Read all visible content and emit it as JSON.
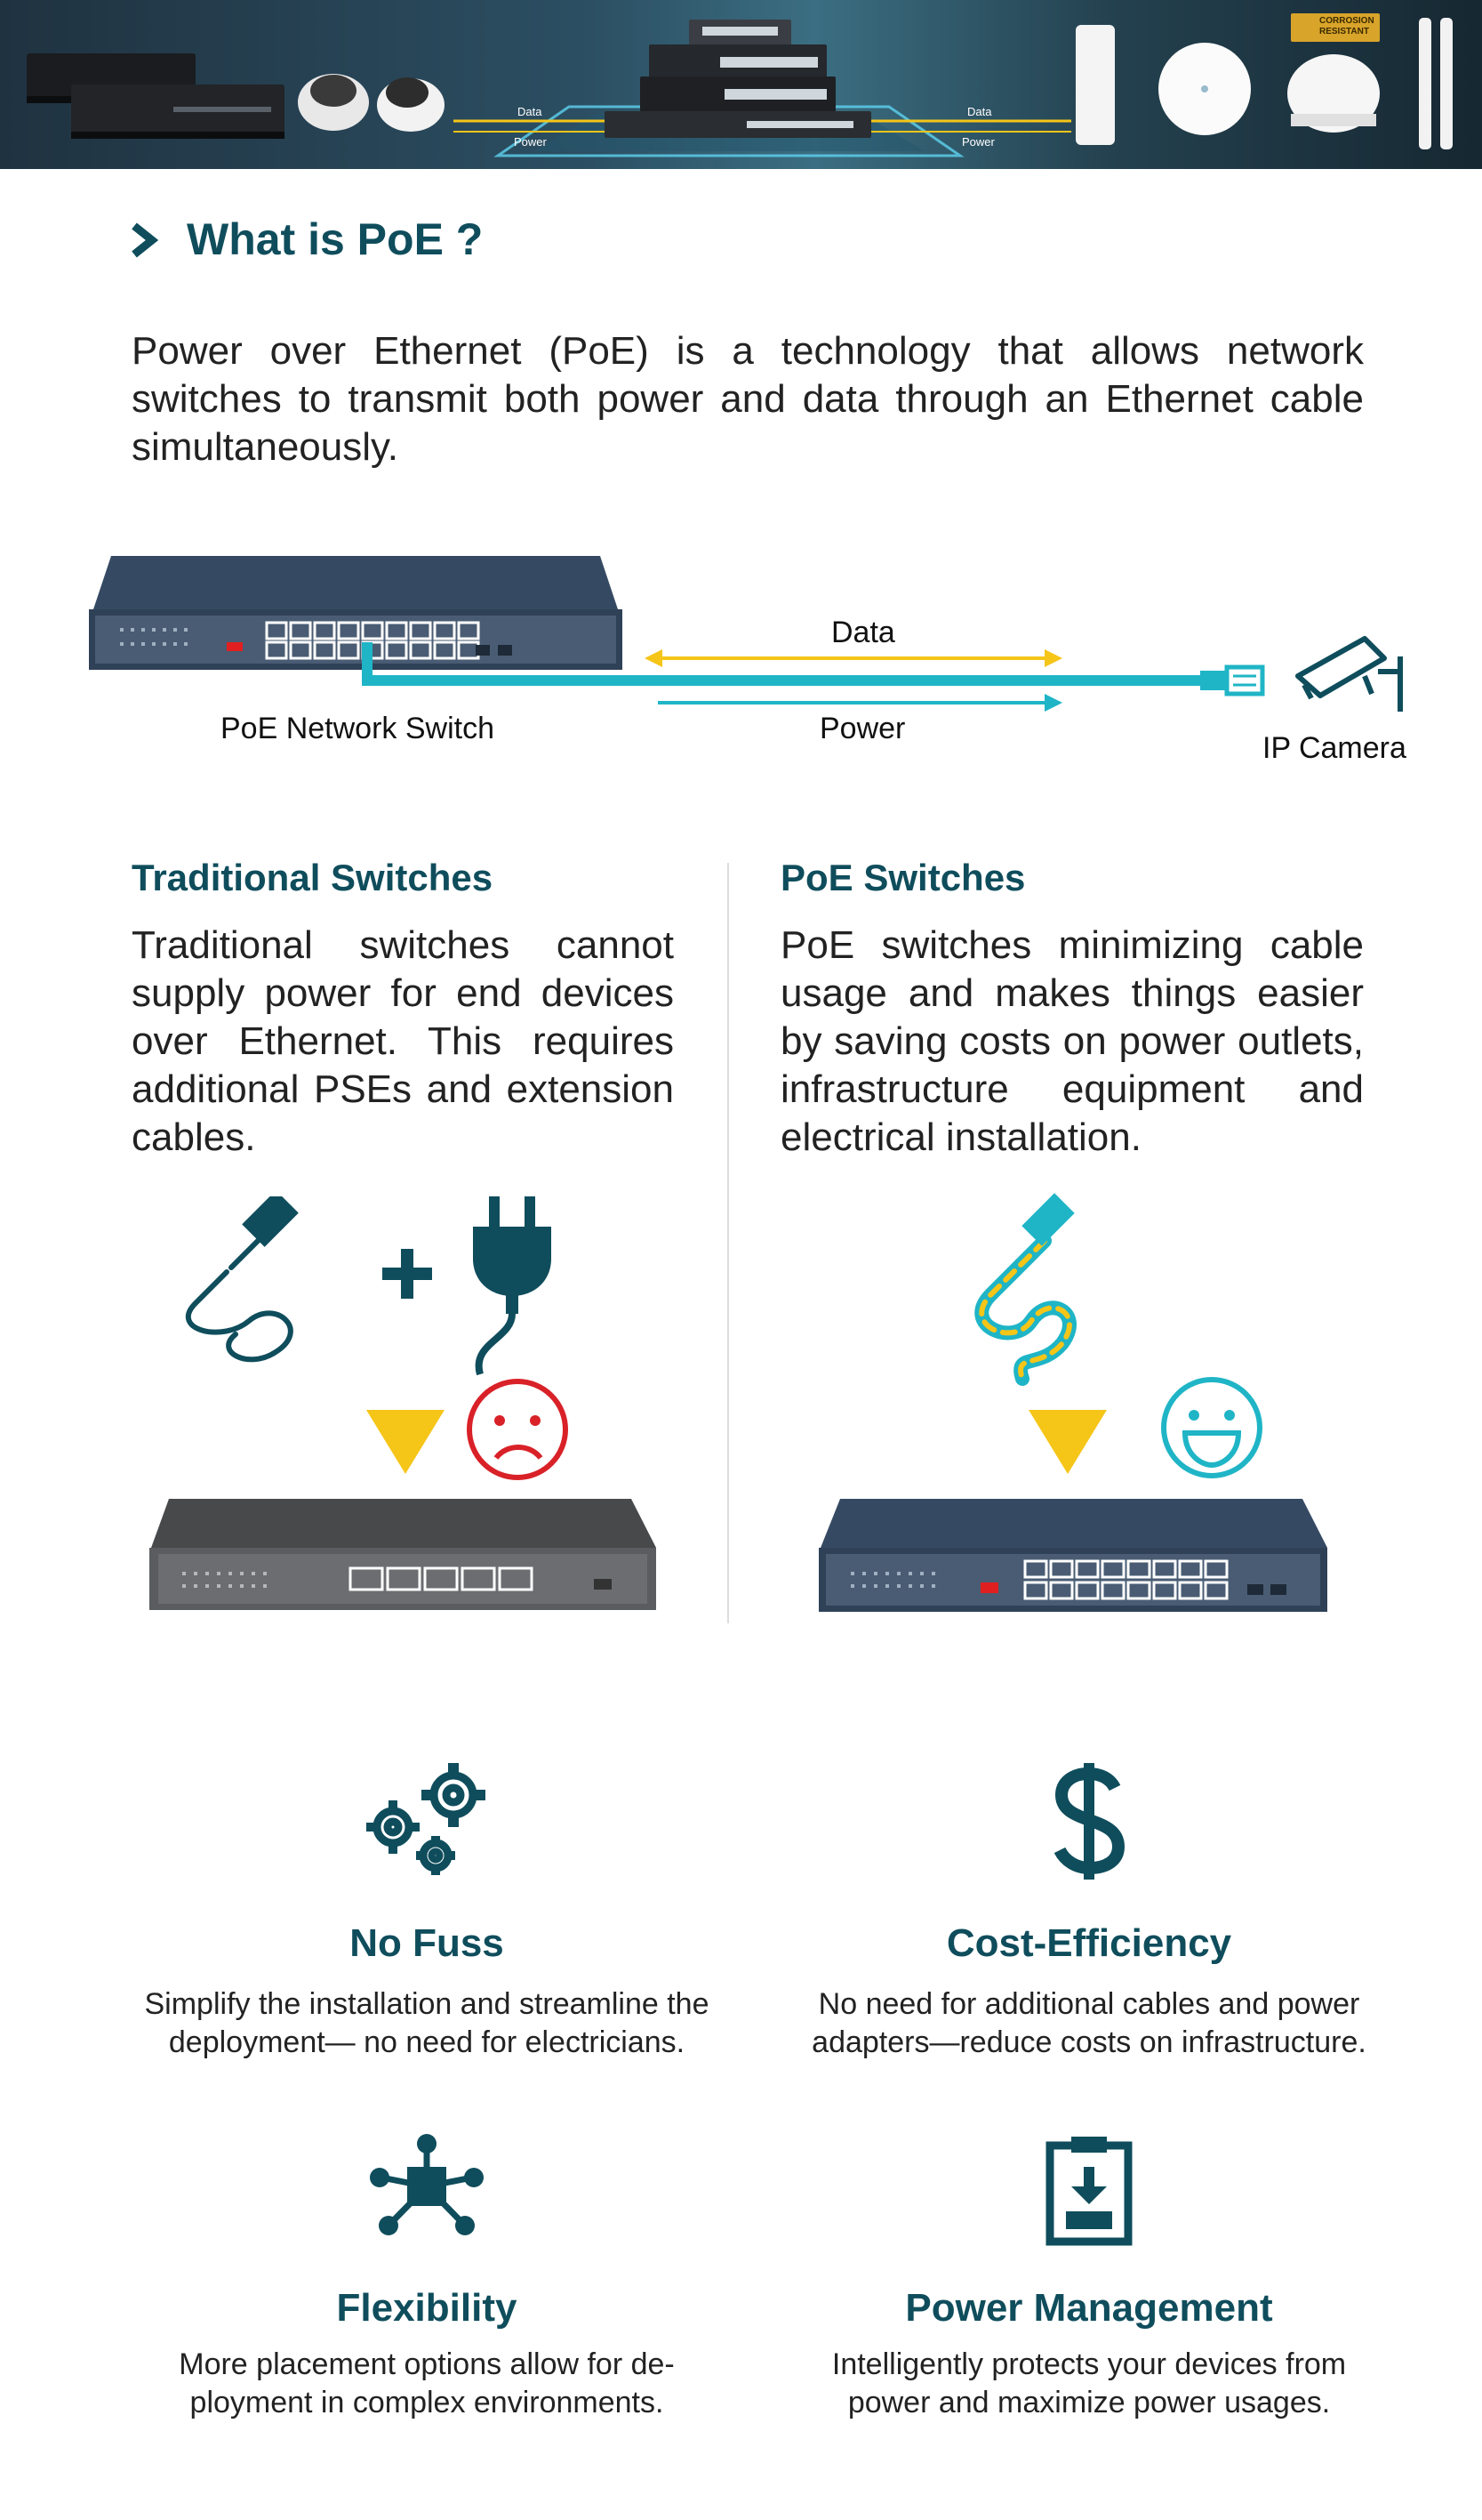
{
  "banner": {
    "data_label_left": "Data",
    "power_label_left": "Power",
    "data_label_right": "Data",
    "power_label_right": "Power",
    "badge_line1": "CORROSION",
    "badge_line2": "RESISTANT"
  },
  "heading": "What is PoE ?",
  "intro": "Power over Ethernet (PoE) is a technology that allows network switches to transmit both power and data through an Ethernet cable simultaneously.",
  "diagram": {
    "switch_label": "PoE Network Switch",
    "data_label": "Data",
    "power_label": "Power",
    "camera_label": "IP Camera"
  },
  "comparison": {
    "traditional": {
      "title": "Traditional Switches",
      "text": "Traditional switches cannot supply power for end devices over Ethernet. This requires additional PSEs and extension cables."
    },
    "poe": {
      "title": "PoE Switches",
      "text": "PoE switches minimizing cable usage and makes things easier by saving costs on power outlets, infrastructure equipment and electrical installation."
    }
  },
  "features": [
    {
      "title": "No Fuss",
      "desc": "Simplify the installation and streamline the deployment— no need for electricians.",
      "icon": "gears-icon"
    },
    {
      "title": "Cost-Efficiency",
      "desc": "No need for additional cables and power adapters—reduce costs on infrastructure.",
      "icon": "dollar-icon"
    },
    {
      "title": "Flexibility",
      "desc": "More placement options allow for de-ployment in complex environments.",
      "icon": "network-hub-icon"
    },
    {
      "title": "Power Management",
      "desc": "Intelligently protects your devices from power and maximize power usages.",
      "icon": "power-clipboard-icon"
    }
  ],
  "colors": {
    "teal": "#0f4d5c",
    "cyan": "#1fb5c6",
    "yellow": "#f5c518",
    "sad_red": "#d92128",
    "switch_navy": "#354a62",
    "switch_gray": "#5a5c5f"
  }
}
